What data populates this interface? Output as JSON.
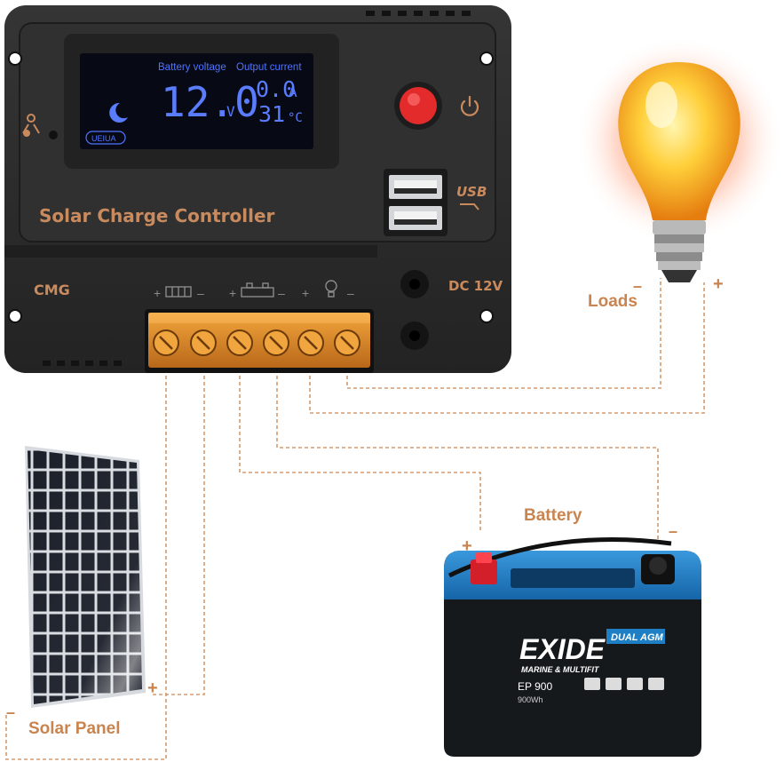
{
  "controller": {
    "title": "Solar Charge Controller",
    "brand": "CMG",
    "dc_label": "DC 12V",
    "usb_label": "USB",
    "lcd": {
      "label_voltage": "Battery voltage",
      "label_current": "Output current",
      "voltage_value": "12.0",
      "voltage_unit": "V",
      "current_value": "0.0",
      "current_unit": "A",
      "temp_value": "31",
      "temp_unit": "°C",
      "badge": "UEIUA"
    }
  },
  "labels": {
    "loads": "Loads",
    "battery": "Battery",
    "solar_panel": "Solar Panel",
    "plus": "+",
    "minus": "–"
  },
  "battery": {
    "brand": "EXIDE",
    "tag": "DUAL AGM",
    "subtitle": "MARINE & MULTIFIT",
    "model": "EP 900",
    "energy": "900Wh"
  },
  "colors": {
    "wire": "#d59a6e",
    "label": "#c9844f",
    "controller_body": "#2b2b2b",
    "terminal": "#e8962a",
    "battery_blue": "#1e7fc4"
  }
}
